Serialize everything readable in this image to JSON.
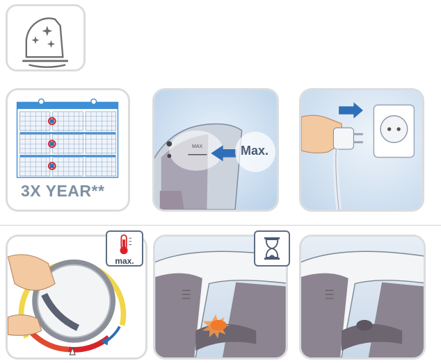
{
  "steps": {
    "descale_frequency": "3X YEAR**",
    "water_fill_label": "Max.",
    "tank_mark_label": "MAX",
    "temperature_badge": "max."
  },
  "colors": {
    "panel_border": "#dadcdf",
    "arrow_blue": "#2f6fb7",
    "highlight_orange": "#f07a2a",
    "calendar_blue": "#3f8fd6",
    "text_gray": "#7e8fa2"
  }
}
